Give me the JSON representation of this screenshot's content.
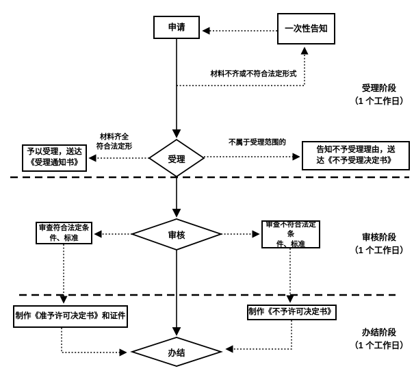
{
  "nodes": {
    "apply": {
      "label": "申请"
    },
    "notify": {
      "label": "一次性告知"
    },
    "accept": {
      "label": "受理"
    },
    "review": {
      "label": "审核"
    },
    "close": {
      "label": "办结"
    },
    "accept_granted": {
      "line1": "予以受理，送达",
      "line2": "《受理通知书》"
    },
    "accept_denied": {
      "line1": "告知不予受理理由，送",
      "line2": "达《不予受理决定书》"
    },
    "review_pass": {
      "line1": "审查符合法定条",
      "line2": "件、标准"
    },
    "review_fail": {
      "line1": "审查不符合法定条",
      "line2": "件、标准"
    },
    "make_license": {
      "label": "制作《准予许可决定书》和证件"
    },
    "make_denial": {
      "label": "制作《不予许可决定书》"
    }
  },
  "edge_labels": {
    "incomplete": "材料不齐或不符合法定形式",
    "complete_line1": "材料齐全",
    "complete_line2": "符合法定形",
    "out_of_scope": "不属于受理范围的"
  },
  "stages": [
    {
      "name": "受理阶段",
      "duration": "（1 个工作日）"
    },
    {
      "name": "审核阶段",
      "duration": "（1 个工作日）"
    },
    {
      "name": "办结阶段",
      "duration": "（1 个工作日）"
    }
  ],
  "colors": {
    "line": "#000000",
    "background": "#ffffff"
  }
}
